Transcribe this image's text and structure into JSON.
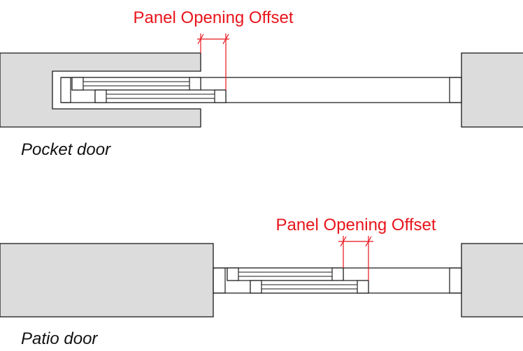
{
  "pocket": {
    "dimension_label": "Panel Opening Offset",
    "caption": "Pocket door"
  },
  "patio": {
    "dimension_label": "Panel Opening Offset",
    "caption": "Patio door"
  },
  "colors": {
    "dimension": "#e8141b",
    "wall_fill": "#dcdcdc",
    "outline": "#1a1a1a"
  }
}
